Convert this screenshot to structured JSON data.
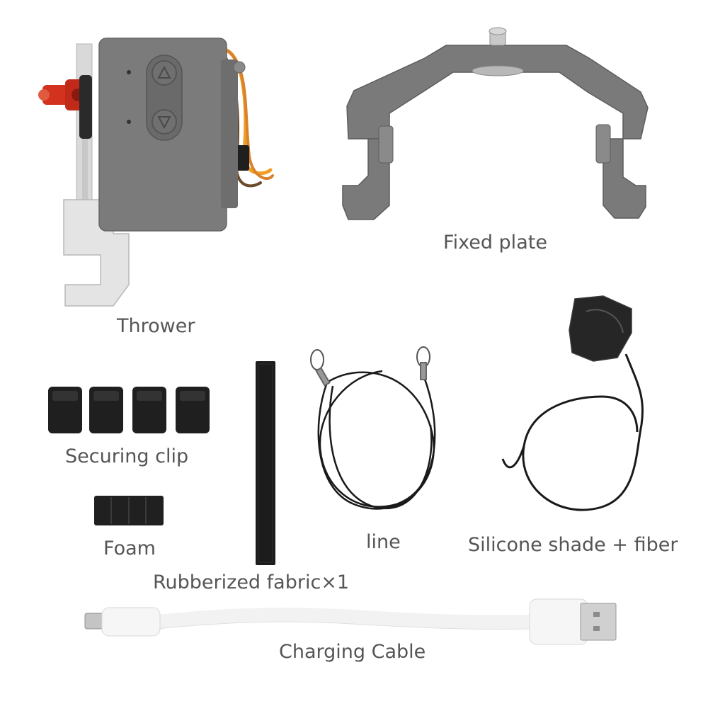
{
  "labels": {
    "thrower": "Thrower",
    "fixed_plate": "Fixed plate",
    "securing_clip": "Securing clip",
    "foam": "Foam",
    "rubberized_fabric": "Rubberized fabric×1",
    "line": "line",
    "silicone_shade": "Silicone shade + fiber",
    "charging_cable": "Charging Cable"
  },
  "colors": {
    "background": "#ffffff",
    "label_text": "#555555",
    "plastic_gray": "#7b7b7b",
    "metal_silver": "#d9d9d9",
    "accent_red": "#d2321e",
    "wire_orange": "#f0a020",
    "black_part": "#1f1f1f",
    "cable_white": "#f4f4f4"
  },
  "icons": {
    "thrower_up_button": "triangle-up-icon",
    "thrower_down_button": "triangle-down-icon"
  }
}
